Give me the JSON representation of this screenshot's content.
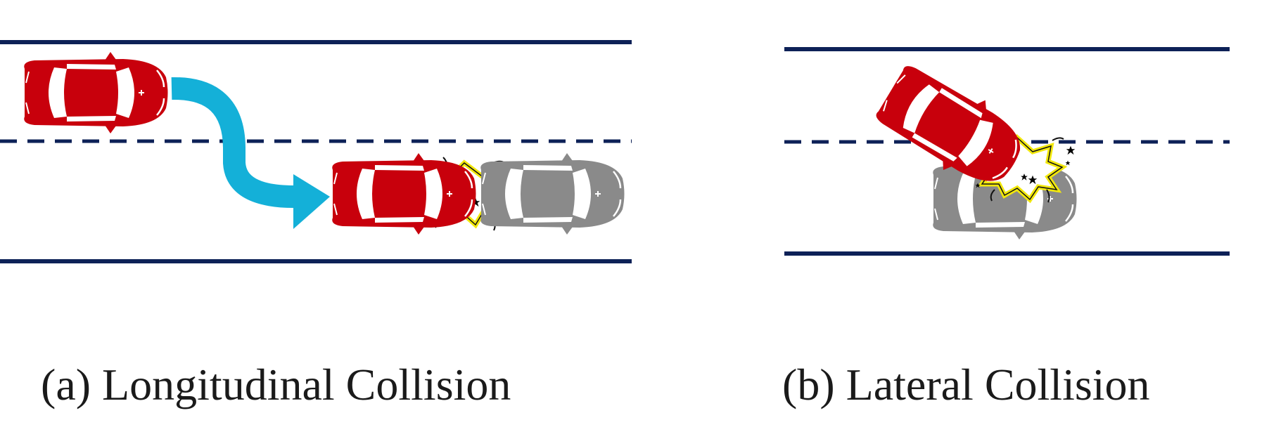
{
  "figure": {
    "panels": [
      {
        "id": "a",
        "caption": "(a) Longitudinal Collision"
      },
      {
        "id": "b",
        "caption": "(b) Lateral Collision"
      }
    ]
  },
  "colors": {
    "road_line": "#0d2157",
    "ego_car": "#c8000c",
    "other_car": "#8a8a8a",
    "arrow": "#14b0d8",
    "impact_fill": "#ffffff",
    "impact_outline": "#f2e80c"
  },
  "icons": {
    "ego_car": "red-car-icon",
    "other_car": "gray-car-icon",
    "lane_change": "curved-arrow-icon",
    "impact": "collision-burst-icon"
  }
}
